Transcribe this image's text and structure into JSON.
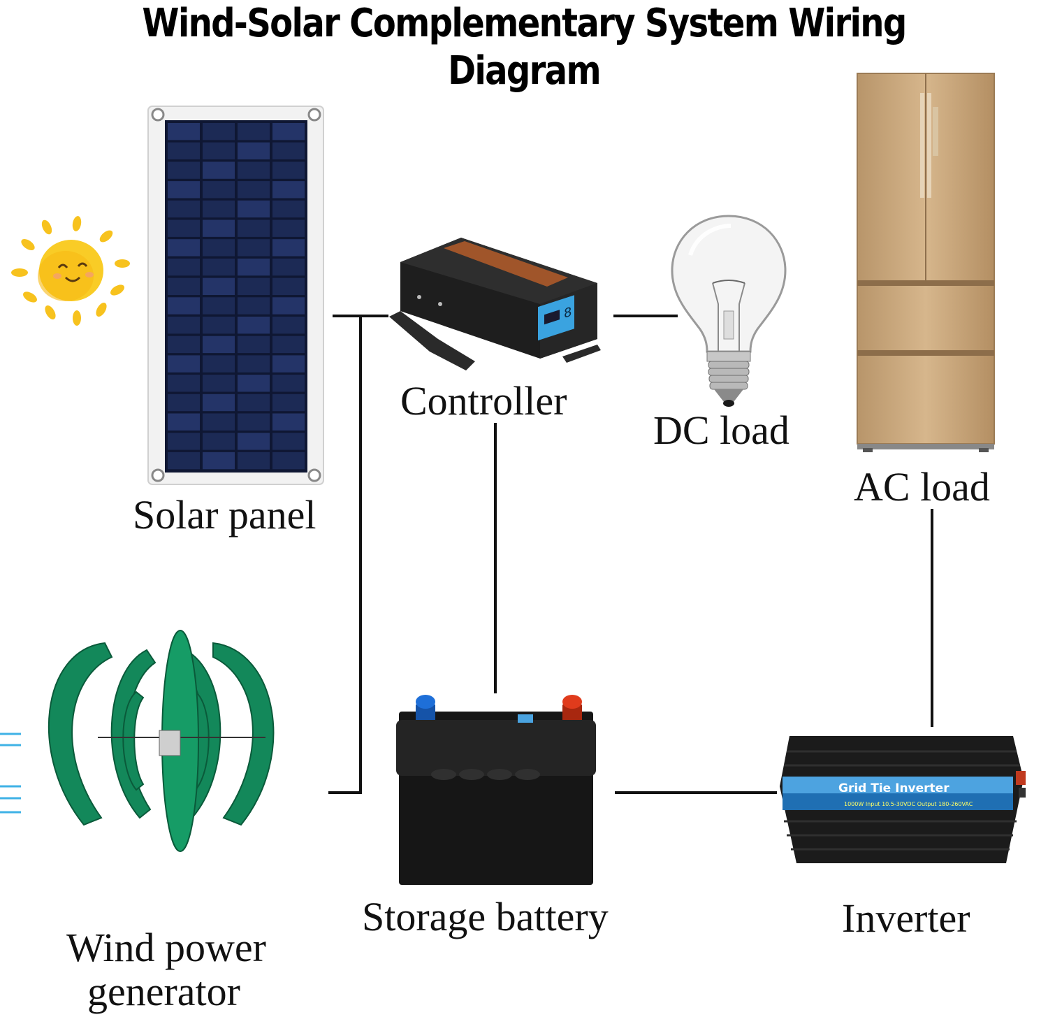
{
  "title": "Wind-Solar Complementary System Wiring Diagram",
  "components": {
    "solar_panel": {
      "label": "Solar panel"
    },
    "controller": {
      "label": "Controller"
    },
    "dc_load": {
      "label": "DC load"
    },
    "ac_load": {
      "label": "AC load"
    },
    "wind_generator": {
      "label_line1": "Wind power",
      "label_line2": "generator"
    },
    "storage_battery": {
      "label": "Storage battery"
    },
    "inverter": {
      "label": "Inverter",
      "nameplate": "Grid Tie Inverter",
      "spec": "1000W  Input 10.5-30VDC  Output 180-260VAC"
    }
  },
  "colors": {
    "sun": "#f7c21e",
    "solar_cell": "#1c2a55",
    "controller_body": "#1e1e1e",
    "controller_accent": "#a0552a",
    "display": "#3aa3e0",
    "fridge": "#c9a77e",
    "turbine": "#12885a",
    "battery_body": "#161616",
    "terminal_negative": "#1e6fd8",
    "terminal_positive": "#e03b1c",
    "inverter_body": "#1b1b1b",
    "wire": "#111111"
  },
  "icons": [
    "sun-icon",
    "solar-panel-icon",
    "controller-icon",
    "light-bulb-icon",
    "refrigerator-icon",
    "wind-turbine-icon",
    "battery-icon",
    "inverter-icon"
  ]
}
